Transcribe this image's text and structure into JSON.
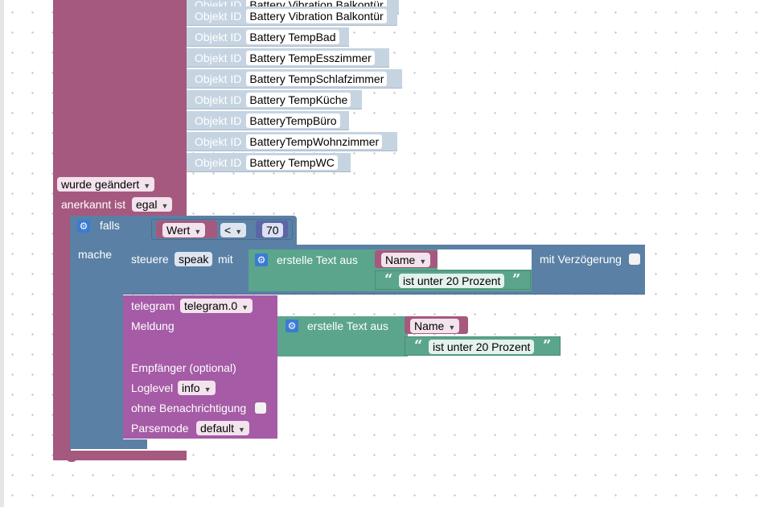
{
  "trigger": {
    "objects": [
      {
        "label": "Objekt ID",
        "value": "Battery Vibration Balkontür"
      },
      {
        "label": "Objekt ID",
        "value": "Battery TempBad"
      },
      {
        "label": "Objekt ID",
        "value": "Battery TempEsszimmer"
      },
      {
        "label": "Objekt ID",
        "value": "Battery TempSchlafzimmer"
      },
      {
        "label": "Objekt ID",
        "value": "Battery TempKüche"
      },
      {
        "label": "Objekt ID",
        "value": "BatteryTempBüro"
      },
      {
        "label": "Objekt ID",
        "value": "BatteryTempWohnzimmer"
      },
      {
        "label": "Objekt ID",
        "value": "Battery TempWC"
      }
    ],
    "condition": "wurde geändert",
    "ack_label": "anerkannt ist",
    "ack_value": "egal"
  },
  "if_block": {
    "if_label": "falls",
    "do_label": "mache",
    "var": "Wert",
    "op": "<",
    "num": "70"
  },
  "speak": {
    "label": "steuere",
    "target": "speak",
    "with": "mit",
    "delay_label": "mit Verzögerung",
    "text_label": "erstelle Text aus",
    "name_var": "Name",
    "text": "ist unter 20 Prozent"
  },
  "telegram": {
    "label": "telegram",
    "instance": "telegram.0",
    "message_label": "Meldung",
    "text_label": "erstelle Text aus",
    "name_var": "Name",
    "text": "ist unter 20 Prozent",
    "recipient_label": "Empfänger (optional)",
    "loglevel_label": "Loglevel",
    "loglevel": "info",
    "silent_label": "ohne Benachrichtigung",
    "parsemode_label": "Parsemode",
    "parsemode": "default"
  },
  "icons": {
    "gear": "gear-icon",
    "dropdown": "chevron-down-icon",
    "quote_open": "“",
    "quote_close": "”"
  },
  "colors": {
    "trigger": "#a5597f",
    "control": "#5b80a5",
    "text": "#5ba58c",
    "telegram": "#a55ba5",
    "object_row": "#c6d4e2"
  }
}
